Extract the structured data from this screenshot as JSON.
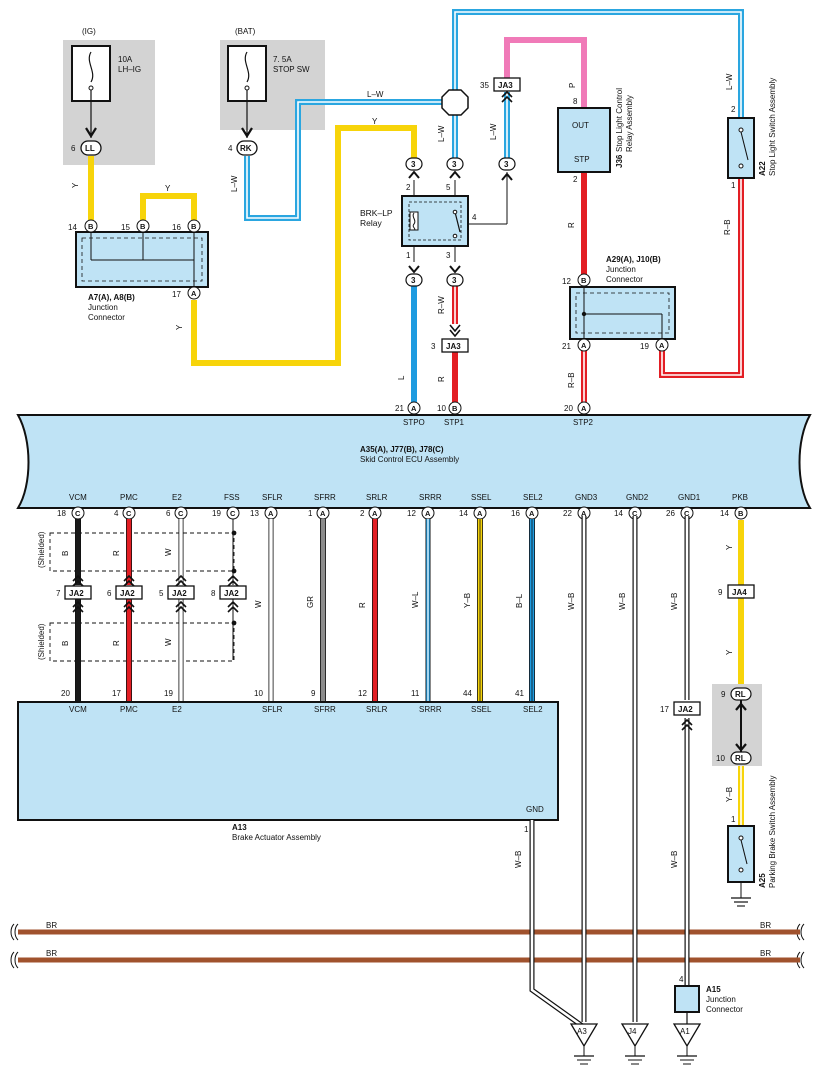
{
  "fuses": {
    "ig": {
      "source": "(IG)",
      "amp": "10A",
      "name": "LH–IG",
      "pin": "6",
      "conn": "LL"
    },
    "bat": {
      "source": "(BAT)",
      "amp": "7. 5A",
      "name": "STOP SW",
      "pin": "4",
      "conn": "RK"
    }
  },
  "wire_colors": {
    "Y": "#F7D40A",
    "L": "#1E9BE0",
    "LW": "#2AA6E0",
    "P": "#F07AB8",
    "R": "#E31E24",
    "GR": "#8C8C8C",
    "B": "#1A1A1A",
    "BR": "#A0522D",
    "W": "#FFFFFF",
    "WB": "#FFFFFF",
    "grey_box": "#D3D3D3",
    "component": "#BFE3F5"
  },
  "wire_labels": {
    "y": "Y",
    "lw": "L–W",
    "p": "P",
    "r": "R",
    "rw": "R–W",
    "rb": "R–B",
    "l": "L",
    "b": "B",
    "w": "W",
    "gr": "GR",
    "wl": "W–L",
    "yb": "Y–B",
    "bl": "B–L",
    "wb": "W–B",
    "br": "BR"
  },
  "junction_a7": {
    "title": "A7(A), A8(B)",
    "subtitle1": "Junction",
    "subtitle2": "Connector",
    "pins": [
      "14",
      "15",
      "16",
      "17"
    ],
    "conns": [
      "B",
      "B",
      "B",
      "A"
    ]
  },
  "relay": {
    "name1": "BRK–LP",
    "name2": "Relay",
    "pins": [
      "2",
      "5",
      "4",
      "1",
      "3"
    ],
    "connector": "3"
  },
  "ja3_top": {
    "pin": "35",
    "name": "JA3"
  },
  "ja3_mid": {
    "pin": "3",
    "name": "JA3"
  },
  "j36": {
    "id": "J36",
    "name1": "Stop Light Control",
    "name2": "Relay Assembly",
    "out": "OUT",
    "stp": "STP",
    "pin_out": "8",
    "pin_stp": "2"
  },
  "a22": {
    "id": "A22",
    "name": "Stop Light Switch Assembly",
    "pin_top": "2",
    "pin_bot": "1"
  },
  "a29": {
    "title": "A29(A), J10(B)",
    "subtitle1": "Junction",
    "subtitle2": "Connector",
    "pin12": "12",
    "pin21": "21",
    "pin19": "19"
  },
  "ecu": {
    "title": "A35(A), J77(B), J78(C)",
    "subtitle": "Skid Control ECU Assembly",
    "top_pins": [
      {
        "pin": "21",
        "conn": "A",
        "name": "STPO"
      },
      {
        "pin": "10",
        "conn": "B",
        "name": "STP1"
      },
      {
        "pin": "20",
        "conn": "A",
        "name": "STP2"
      }
    ],
    "bottom_pins": [
      {
        "name": "VCM",
        "pin": "18",
        "conn": "C"
      },
      {
        "name": "PMC",
        "pin": "4",
        "conn": "C"
      },
      {
        "name": "E2",
        "pin": "6",
        "conn": "C"
      },
      {
        "name": "FSS",
        "pin": "19",
        "conn": "C"
      },
      {
        "name": "SFLR",
        "pin": "13",
        "conn": "A"
      },
      {
        "name": "SFRR",
        "pin": "1",
        "conn": "A"
      },
      {
        "name": "SRLR",
        "pin": "2",
        "conn": "A"
      },
      {
        "name": "SRRR",
        "pin": "12",
        "conn": "A"
      },
      {
        "name": "SSEL",
        "pin": "14",
        "conn": "A"
      },
      {
        "name": "SEL2",
        "pin": "16",
        "conn": "A"
      },
      {
        "name": "GND3",
        "pin": "22",
        "conn": "A"
      },
      {
        "name": "GND2",
        "pin": "14",
        "conn": "C"
      },
      {
        "name": "GND1",
        "pin": "26",
        "conn": "C"
      },
      {
        "name": "PKB",
        "pin": "14",
        "conn": "B"
      }
    ]
  },
  "shielded": "(Shielded)",
  "ja2": {
    "name": "JA2",
    "pins": [
      "7",
      "6",
      "5",
      "8"
    ]
  },
  "ja2_right": {
    "pin": "17",
    "name": "JA2"
  },
  "ja4": {
    "pin": "9",
    "name": "JA4"
  },
  "rl": {
    "conn": "RL",
    "pin_top": "9",
    "pin_bot": "10"
  },
  "a25": {
    "id": "A25",
    "name": "Parking Brake Switch Assembly",
    "pin": "1"
  },
  "actuator": {
    "id": "A13",
    "name": "Brake Actuator Assembly",
    "gnd": "GND",
    "gnd_pin": "1",
    "pins": [
      {
        "name": "VCM",
        "pin": "20"
      },
      {
        "name": "PMC",
        "pin": "17"
      },
      {
        "name": "E2",
        "pin": "19"
      },
      {
        "name": "SFLR",
        "pin": "10"
      },
      {
        "name": "SFRR",
        "pin": "9"
      },
      {
        "name": "SRLR",
        "pin": "12"
      },
      {
        "name": "SRRR",
        "pin": "11"
      },
      {
        "name": "SSEL",
        "pin": "44"
      },
      {
        "name": "SEL2",
        "pin": "41"
      }
    ]
  },
  "a15": {
    "id": "A15",
    "name1": "Junction",
    "name2": "Connector",
    "pin": "4"
  },
  "grounds": [
    "A3",
    "J4",
    "A1"
  ]
}
